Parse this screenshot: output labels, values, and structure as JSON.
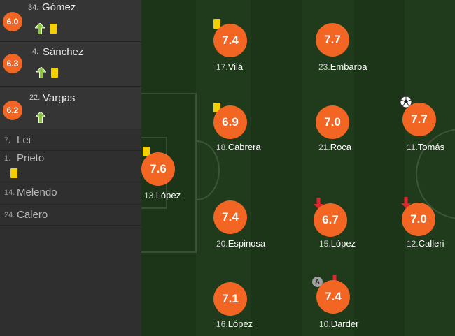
{
  "colors": {
    "rating": "#f26522",
    "card": "#f5d000",
    "sub_in": "#8cc63f",
    "sub_out": "#e0262c"
  },
  "substitutes": [
    {
      "rating": "6.0",
      "number": "34.",
      "name": "Gómez",
      "icons": [
        "sub-in-arrow-icon",
        "yellow-card-icon"
      ]
    },
    {
      "rating": "6.3",
      "number": "4.",
      "name": "Sánchez",
      "icons": [
        "sub-in-arrow-icon",
        "yellow-card-icon"
      ]
    },
    {
      "rating": "6.2",
      "number": "22.",
      "name": "Vargas",
      "icons": [
        "sub-in-arrow-icon"
      ]
    }
  ],
  "bench": [
    {
      "number": "7.",
      "name": "Lei"
    },
    {
      "number": "1.",
      "name": "Prieto",
      "icons": [
        "yellow-card-icon"
      ]
    },
    {
      "number": "14.",
      "name": "Melendo"
    },
    {
      "number": "24.",
      "name": "Calero"
    }
  ],
  "players": [
    {
      "id": "lopez-13",
      "rating": "7.6",
      "number": "13.",
      "name": "López",
      "icons": [
        "yellow-card-icon"
      ]
    },
    {
      "id": "vila-17",
      "rating": "7.4",
      "number": "17.",
      "name": "Vilá",
      "icons": [
        "yellow-card-icon"
      ]
    },
    {
      "id": "cabrera-18",
      "rating": "6.9",
      "number": "18.",
      "name": "Cabrera",
      "icons": [
        "yellow-card-icon"
      ]
    },
    {
      "id": "espinosa-20",
      "rating": "7.4",
      "number": "20.",
      "name": "Espinosa",
      "icons": []
    },
    {
      "id": "lopez-16",
      "rating": "7.1",
      "number": "16.",
      "name": "López",
      "icons": []
    },
    {
      "id": "embarba-23",
      "rating": "7.7",
      "number": "23.",
      "name": "Embarba",
      "icons": []
    },
    {
      "id": "roca-21",
      "rating": "7.0",
      "number": "21.",
      "name": "Roca",
      "icons": []
    },
    {
      "id": "lopez-15",
      "rating": "6.7",
      "number": "15.",
      "name": "López",
      "icons": [
        "sub-out-arrow-icon"
      ]
    },
    {
      "id": "darder-10",
      "rating": "7.4",
      "number": "10.",
      "name": "Darder",
      "icons": [
        "captain-icon",
        "sub-out-arrow-icon"
      ],
      "captain_mark": "A"
    },
    {
      "id": "tomas-11",
      "rating": "7.7",
      "number": "11.",
      "name": "Tomás",
      "icons": [
        "goal-ball-icon"
      ]
    },
    {
      "id": "calleri-12",
      "rating": "7.0",
      "number": "12.",
      "name": "Calleri",
      "icons": [
        "sub-out-arrow-icon"
      ]
    }
  ]
}
